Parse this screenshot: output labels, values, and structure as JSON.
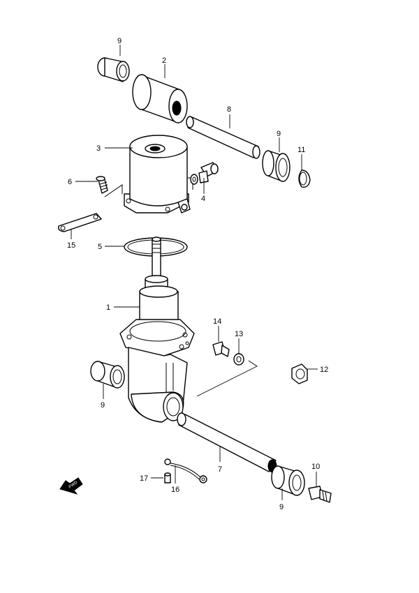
{
  "callouts": {
    "c1": "1",
    "c2": "2",
    "c3": "3",
    "c4": "4",
    "c5": "5",
    "c6": "6",
    "c7": "7",
    "c8": "8",
    "c9a": "9",
    "c9b": "9",
    "c9c": "9",
    "c9d": "9",
    "c10": "10",
    "c11": "11",
    "c12": "12",
    "c13": "13",
    "c14": "14",
    "c15": "15",
    "c16": "16",
    "c17": "17"
  },
  "direction_marker": {
    "label": "FWD"
  }
}
